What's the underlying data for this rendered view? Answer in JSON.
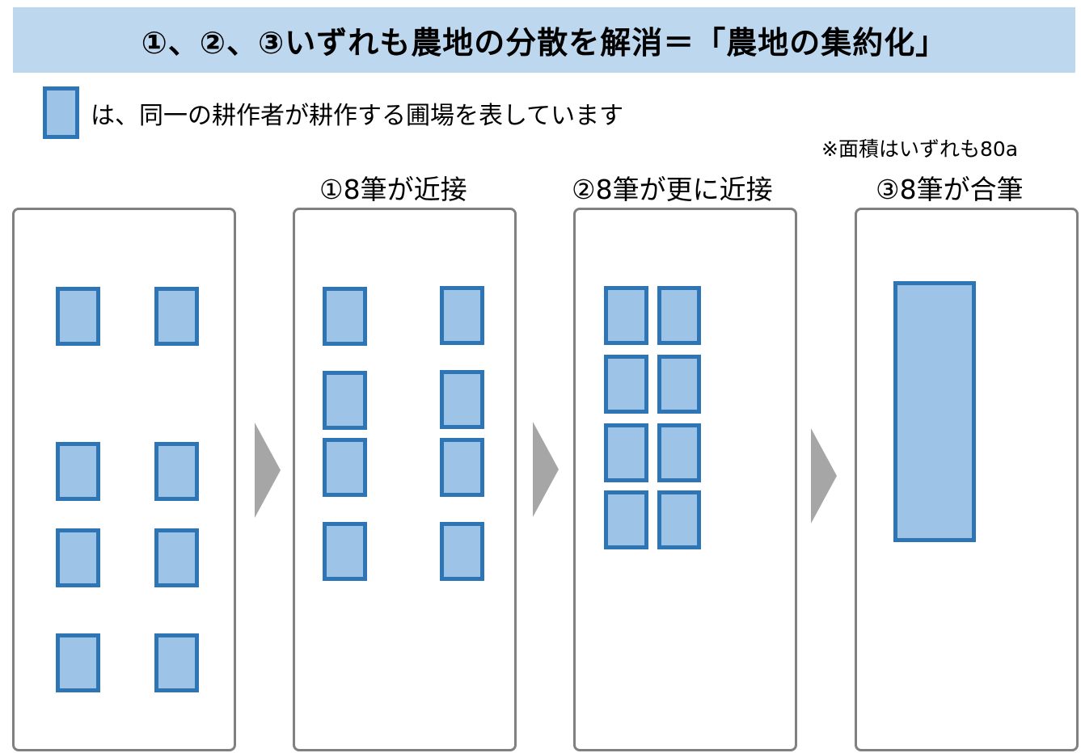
{
  "header": {
    "title": "①、②、③いずれも農地の分散を解消＝「農地の集約化」",
    "background_color": "#BDD7EE"
  },
  "legend": {
    "swatch_icon": "farm-plot-swatch",
    "text": "は、同一の耕作者が耕作する圃場を表しています",
    "fill_color": "#9DC3E6",
    "border_color": "#2E75B6"
  },
  "note": "※面積はいずれも80a",
  "stages": [
    {
      "id": "initial",
      "label": "",
      "plot_count": 8
    },
    {
      "id": "stage1",
      "label": "①8筆が近接",
      "plot_count": 8
    },
    {
      "id": "stage2",
      "label": "②8筆が更に近接",
      "plot_count": 8
    },
    {
      "id": "stage3",
      "label": "③8筆が合筆",
      "plot_count": 1
    }
  ],
  "arrows": [
    "arrow-right",
    "arrow-right",
    "arrow-right"
  ]
}
